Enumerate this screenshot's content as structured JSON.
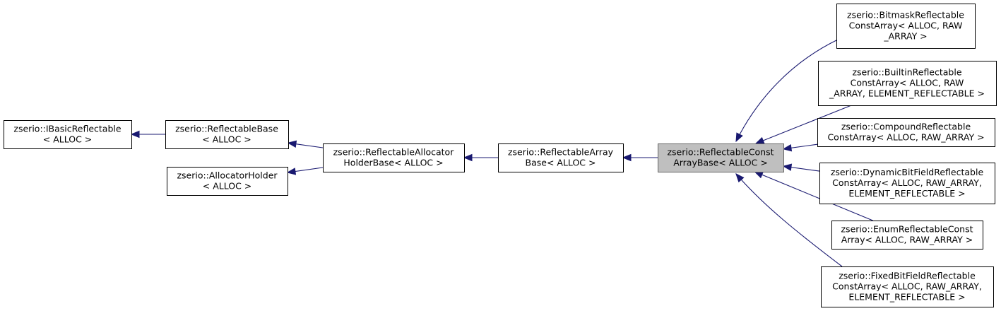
{
  "diagram": {
    "type": "class-inheritance-graph",
    "colors": {
      "edge": "#191970",
      "node_border": "#000000",
      "node_fill": "#ffffff",
      "focus_fill": "#bfbfbf",
      "focus_border": "#666666"
    },
    "nodes": [
      {
        "id": "ibasic",
        "lines": [
          "zserio::IBasicReflectable",
          "< ALLOC >"
        ]
      },
      {
        "id": "reflbase",
        "lines": [
          "zserio::ReflectableBase",
          "< ALLOC >"
        ]
      },
      {
        "id": "allocholder",
        "lines": [
          "zserio::AllocatorHolder",
          "< ALLOC >"
        ]
      },
      {
        "id": "reflalloc",
        "lines": [
          "zserio::ReflectableAllocator",
          "HolderBase< ALLOC >"
        ]
      },
      {
        "id": "reflarray",
        "lines": [
          "zserio::ReflectableArray",
          "Base< ALLOC >"
        ]
      },
      {
        "id": "reflconst",
        "focus": true,
        "lines": [
          "zserio::ReflectableConst",
          "ArrayBase< ALLOC >"
        ]
      },
      {
        "id": "bitmask",
        "lines": [
          "zserio::BitmaskReflectable",
          "ConstArray< ALLOC, RAW",
          "_ARRAY >"
        ]
      },
      {
        "id": "builtin",
        "lines": [
          "zserio::BuiltinReflectable",
          "ConstArray< ALLOC, RAW",
          "_ARRAY, ELEMENT_REFLECTABLE >"
        ]
      },
      {
        "id": "compound",
        "lines": [
          "zserio::CompoundReflectable",
          "ConstArray< ALLOC, RAW_ARRAY >"
        ]
      },
      {
        "id": "dynamic",
        "lines": [
          "zserio::DynamicBitFieldReflectable",
          "ConstArray< ALLOC, RAW_ARRAY,",
          "ELEMENT_REFLECTABLE >"
        ]
      },
      {
        "id": "enumc",
        "lines": [
          "zserio::EnumReflectableConst",
          "Array< ALLOC, RAW_ARRAY >"
        ]
      },
      {
        "id": "fixed",
        "lines": [
          "zserio::FixedBitFieldReflectable",
          "ConstArray< ALLOC, RAW_ARRAY,",
          "ELEMENT_REFLECTABLE >"
        ]
      }
    ],
    "edges": [
      {
        "from": "reflbase",
        "to": "ibasic"
      },
      {
        "from": "reflalloc",
        "to": "reflbase"
      },
      {
        "from": "reflalloc",
        "to": "allocholder"
      },
      {
        "from": "reflarray",
        "to": "reflalloc"
      },
      {
        "from": "reflconst",
        "to": "reflarray"
      },
      {
        "from": "bitmask",
        "to": "reflconst"
      },
      {
        "from": "builtin",
        "to": "reflconst"
      },
      {
        "from": "compound",
        "to": "reflconst"
      },
      {
        "from": "dynamic",
        "to": "reflconst"
      },
      {
        "from": "enumc",
        "to": "reflconst"
      },
      {
        "from": "fixed",
        "to": "reflconst"
      }
    ]
  }
}
